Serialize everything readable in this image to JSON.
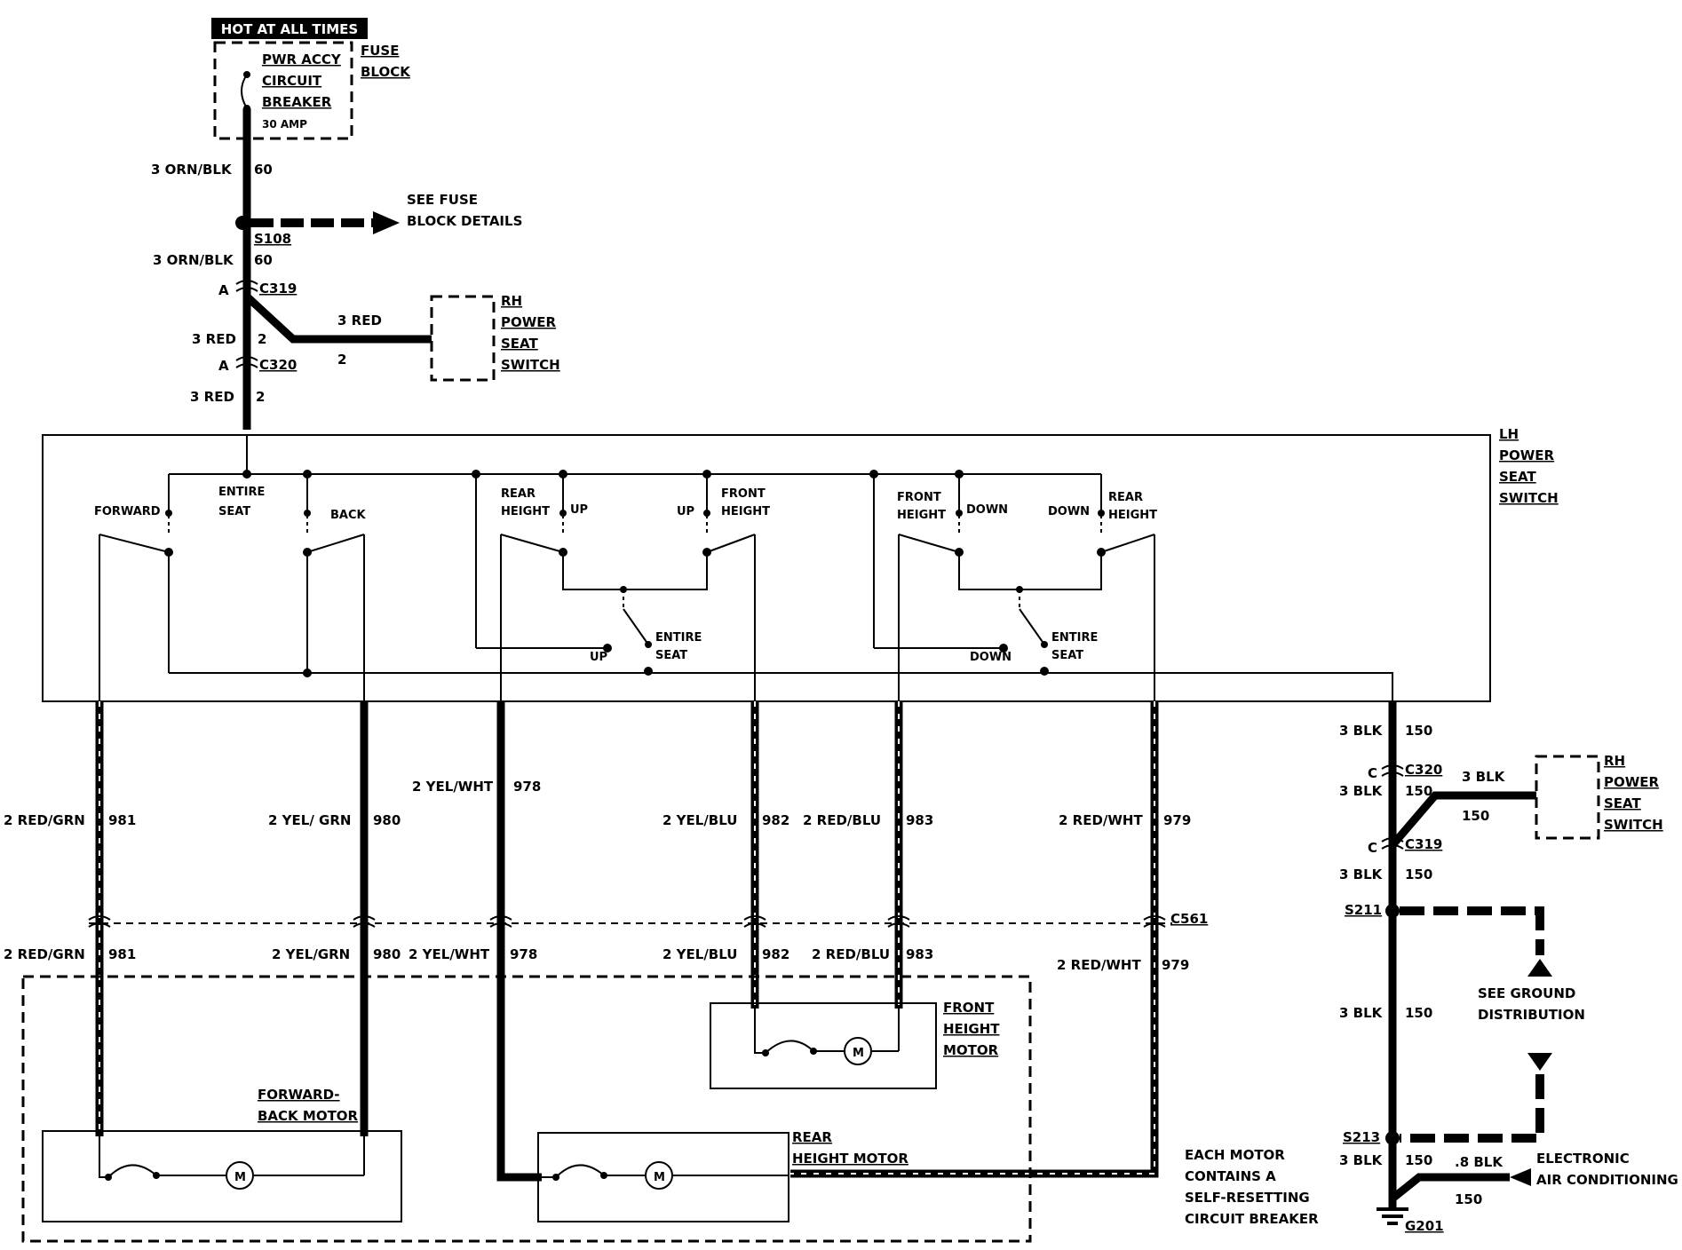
{
  "header": {
    "hot_label": "HOT AT ALL TIMES"
  },
  "fuse": {
    "line1": "PWR ACCY",
    "line2": "CIRCUIT",
    "line3": "BREAKER",
    "amp": "30 AMP",
    "block1": "FUSE",
    "block2": "BLOCK"
  },
  "feed": {
    "w1": "3 ORN/BLK",
    "c1": "60",
    "see_fuse1": "SEE FUSE",
    "see_fuse2": "BLOCK DETAILS",
    "s108": "S108",
    "w2": "3 ORN/BLK",
    "c2": "60",
    "a1": "A",
    "c319": "C319",
    "w3": "3 RED",
    "c3": "2",
    "rh_red": "3 RED",
    "rh_red_c": "2",
    "a2": "A",
    "c320": "C320",
    "w4": "3 RED",
    "c4": "2"
  },
  "rh_switch": {
    "l1": "RH",
    "l2": "POWER",
    "l3": "SEAT",
    "l4": "SWITCH"
  },
  "lh_switch": {
    "l1": "LH",
    "l2": "POWER",
    "l3": "SEAT",
    "l4": "SWITCH"
  },
  "switch_labels": {
    "forward": "FORWARD",
    "entire1": "ENTIRE",
    "seat1": "SEAT",
    "back": "BACK",
    "rear1": "REAR",
    "height1": "HEIGHT",
    "up1": "UP",
    "up2": "UP",
    "front1": "FRONT",
    "height2": "HEIGHT",
    "front2": "FRONT",
    "height3": "HEIGHT",
    "down1": "DOWN",
    "down2": "DOWN",
    "rear2": "REAR",
    "height4": "HEIGHT",
    "up3": "UP",
    "entire2": "ENTIRE",
    "seat2": "SEAT",
    "down3": "DOWN",
    "entire3": "ENTIRE",
    "seat3": "SEAT"
  },
  "wires_top": {
    "w981": "2 RED/GRN",
    "c981": "981",
    "w980": "2 YEL/ GRN",
    "c980": "980",
    "w978": "2 YEL/WHT",
    "c978": "978",
    "w982": "2 YEL/BLU",
    "c982": "982",
    "w983": "2 RED/BLU",
    "c983": "983",
    "w979": "2 RED/WHT",
    "c979": "979"
  },
  "c561": "C561",
  "wires_bottom": {
    "w981": "2 RED/GRN",
    "c981": "981",
    "w980": "2 YEL/GRN",
    "c980": "980",
    "w978": "2 YEL/WHT",
    "c978": "978",
    "w982": "2 YEL/BLU",
    "c982": "982",
    "w983": "2 RED/BLU",
    "c983": "983",
    "w979": "2 RED/WHT",
    "c979": "979"
  },
  "motors": {
    "fb1": "FORWARD-",
    "fb2": "BACK MOTOR",
    "front1": "FRONT",
    "front2": "HEIGHT",
    "front3": "MOTOR",
    "rear1": "REAR",
    "rear2": "HEIGHT MOTOR",
    "m": "M",
    "note1": "EACH MOTOR",
    "note2": "CONTAINS A",
    "note3": "SELF-RESETTING",
    "note4": "CIRCUIT BREAKER"
  },
  "ground": {
    "w1": "3 BLK",
    "c1": "150",
    "cC1": "C",
    "c320": "C320",
    "w2": "3 BLK",
    "c2": "150",
    "rh_blk": "3 BLK",
    "rh_blk_c": "150",
    "cC2": "C",
    "c319": "C319",
    "w3": "3 BLK",
    "c3": "150",
    "s211": "S211",
    "see1": "SEE GROUND",
    "see2": "DISTRIBUTION",
    "w4": "3 BLK",
    "c4": "150",
    "s213": "S213",
    "w5": "3 BLK",
    "c5": "150",
    "ac_w": ".8 BLK",
    "ac_c": "150",
    "ac1": "ELECTRONIC",
    "ac2": "AIR CONDITIONING",
    "g201": "G201"
  }
}
